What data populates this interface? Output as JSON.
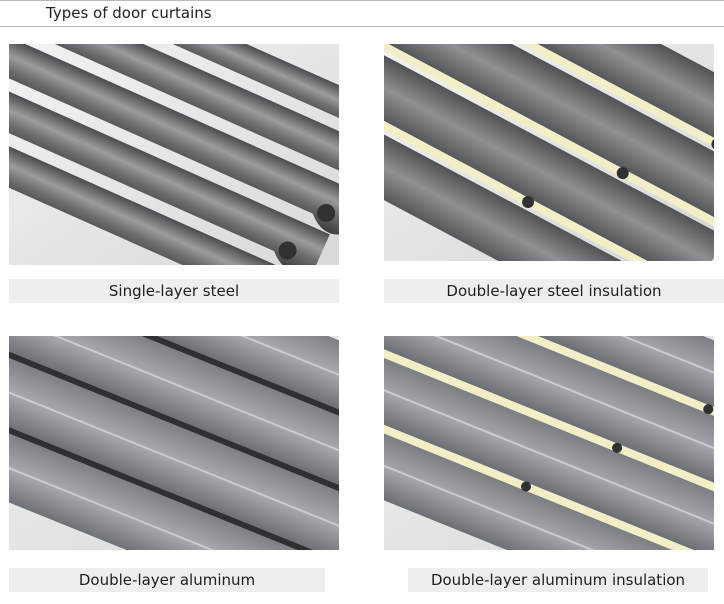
{
  "header": {
    "title": "Types of door curtains"
  },
  "items": [
    {
      "caption": "Single-layer steel",
      "icon": "single-layer-steel-slat-image"
    },
    {
      "caption": "Double-layer steel insulation",
      "icon": "double-layer-steel-insulation-slat-image"
    },
    {
      "caption": "Double-layer aluminum",
      "icon": "double-layer-aluminum-slat-image"
    },
    {
      "caption": "Double-layer aluminum insulation",
      "icon": "double-layer-aluminum-insulation-slat-image"
    }
  ],
  "colors": {
    "background": "#ffffff",
    "caption_band": "#eeeeee",
    "panel_background": "#e5e5e5",
    "slat_steel": "#6b6d70",
    "slat_aluminum": "#8a8d91",
    "insulation_foam": "#f2efc6",
    "header_rule": "#b9b9b9"
  }
}
